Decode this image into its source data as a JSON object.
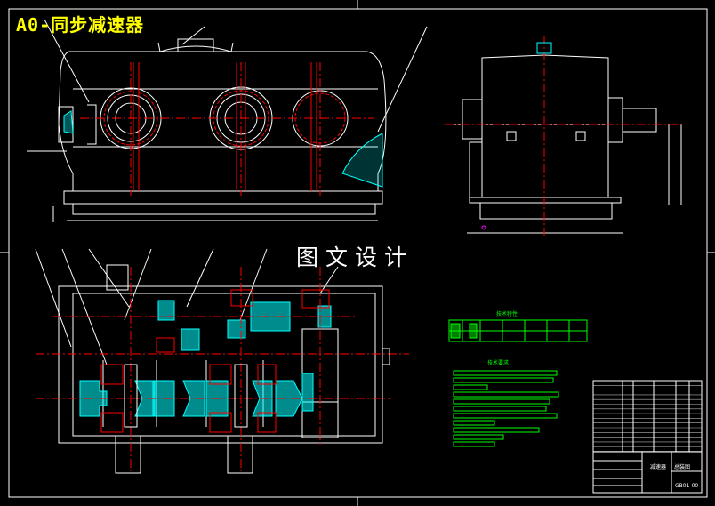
{
  "title": "A0-同步减速器",
  "watermark": "图文设计",
  "tech_table_title": "技术特性",
  "tech_req_title": "技术要求",
  "title_block": {
    "name": "减速器",
    "drawing_no": "GB01-00",
    "label": "总装图"
  },
  "colors": {
    "background": "#000000",
    "outline": "#ffffff",
    "centerline": "#ff0000",
    "section": "#00ffff",
    "dimension": "#ffffff",
    "text_highlight": "#ffff00",
    "tech": "#00ff00",
    "hidden": "#ff00ff"
  }
}
